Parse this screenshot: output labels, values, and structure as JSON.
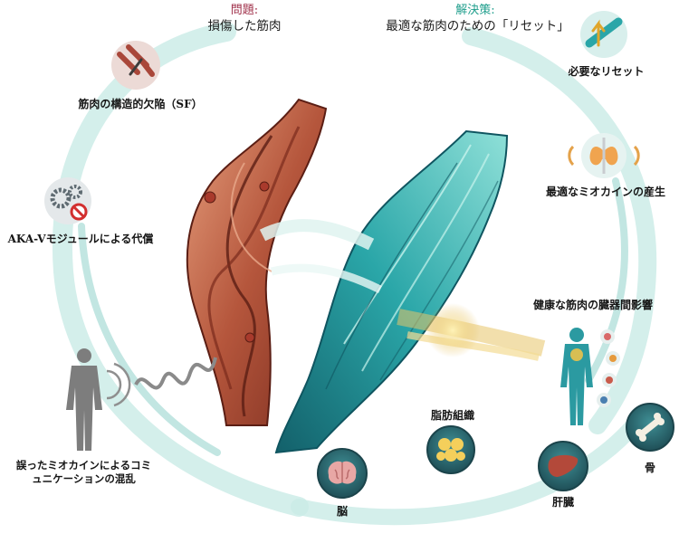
{
  "header": {
    "problem_kicker": "問題:",
    "problem_title": "損傷した筋肉",
    "solution_kicker": "解決策:",
    "solution_title": "最適な筋肉のための「リセット」"
  },
  "left_labels": {
    "structural_defect": "筋肉の構造的欠陥（SF）",
    "compensation": "AKA-Vモジュールによる代償",
    "miscommunication_line1": "誤ったミオカインによるコミ",
    "miscommunication_line2": "ュニケーションの混乱"
  },
  "right_labels": {
    "reset": "必要なリセット",
    "myokine_production": "最適なミオカインの産生",
    "organ_crosstalk": "健康な筋肉の臓器間影響",
    "bone": "骨",
    "liver": "肝臓",
    "adipose": "脂肪組織",
    "brain": "脳"
  },
  "colors": {
    "problem_accent": "#a0304a",
    "solution_accent": "#1f9e8c",
    "damaged_muscle": "#b5563c",
    "healthy_muscle": "#2aa6a8",
    "swirl": "#b9e3df",
    "icon_bg": "#e3f1ee",
    "organ_circle": "#2d6b73"
  },
  "icons": [
    "torn-muscle-icon",
    "gears-blocked-icon",
    "human-silhouette-icon",
    "reset-arrow-icon",
    "thyroid-waves-icon",
    "body-organs-icon",
    "bone-icon",
    "liver-icon",
    "adipose-cells-icon",
    "brain-icon"
  ]
}
